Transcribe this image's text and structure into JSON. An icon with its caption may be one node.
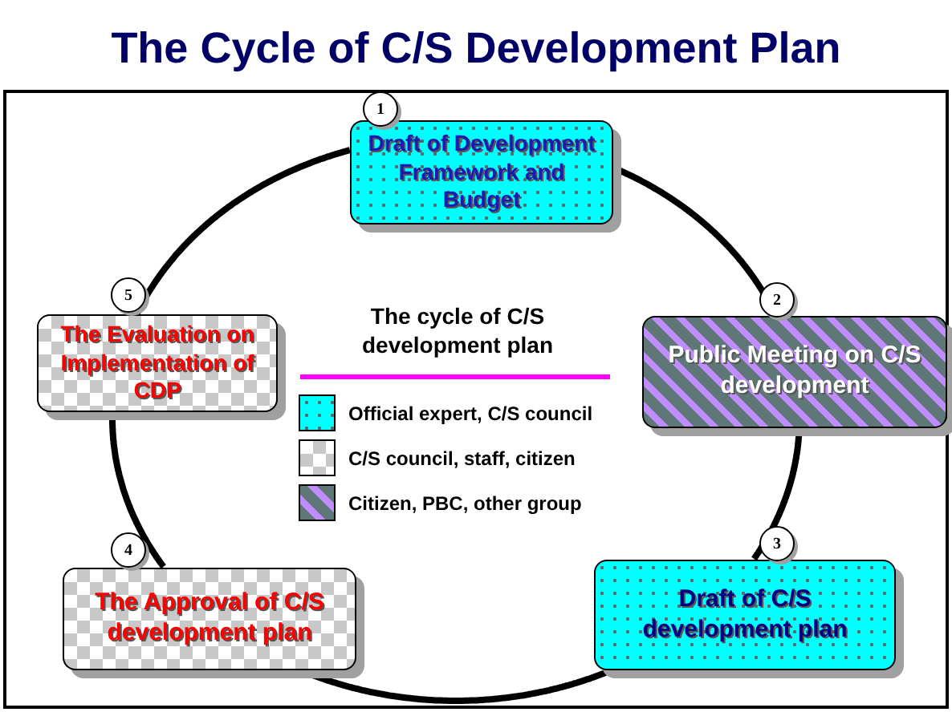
{
  "diagram": {
    "title": "The Cycle of C/S Development Plan",
    "nodes": [
      {
        "text": [
          "Draft of Development Framework and Budget"
        ],
        "beside": [
          "1"
        ]
      },
      {
        "text": [
          "Public Meeting on C/S development"
        ],
        "beside": [
          "2"
        ]
      },
      {
        "text": [
          "Draft of C/S development plan"
        ],
        "beside": [
          "3"
        ]
      },
      {
        "text": [
          "The Approval of C/S development plan"
        ],
        "beside": [
          "4"
        ]
      },
      {
        "text": [
          "The Evaluation on Implementation of CDP"
        ],
        "beside": [
          "5"
        ]
      }
    ],
    "edges": [
      {
        "from": 0,
        "to": 1,
        "arrow": "none"
      },
      {
        "from": 1,
        "to": 2,
        "arrow": "none"
      },
      {
        "from": 2,
        "to": 3,
        "arrow": "none"
      },
      {
        "from": 3,
        "to": 4,
        "arrow": "none"
      },
      {
        "from": 4,
        "to": 0,
        "arrow": "none"
      }
    ],
    "labels": [
      "The cycle of C/S development plan"
    ],
    "legend": [
      {
        "text": "Official expert, C/S council"
      },
      {
        "text": "C/S council, staff, citizen"
      },
      {
        "text": "Citizen, PBC, other group"
      }
    ]
  }
}
